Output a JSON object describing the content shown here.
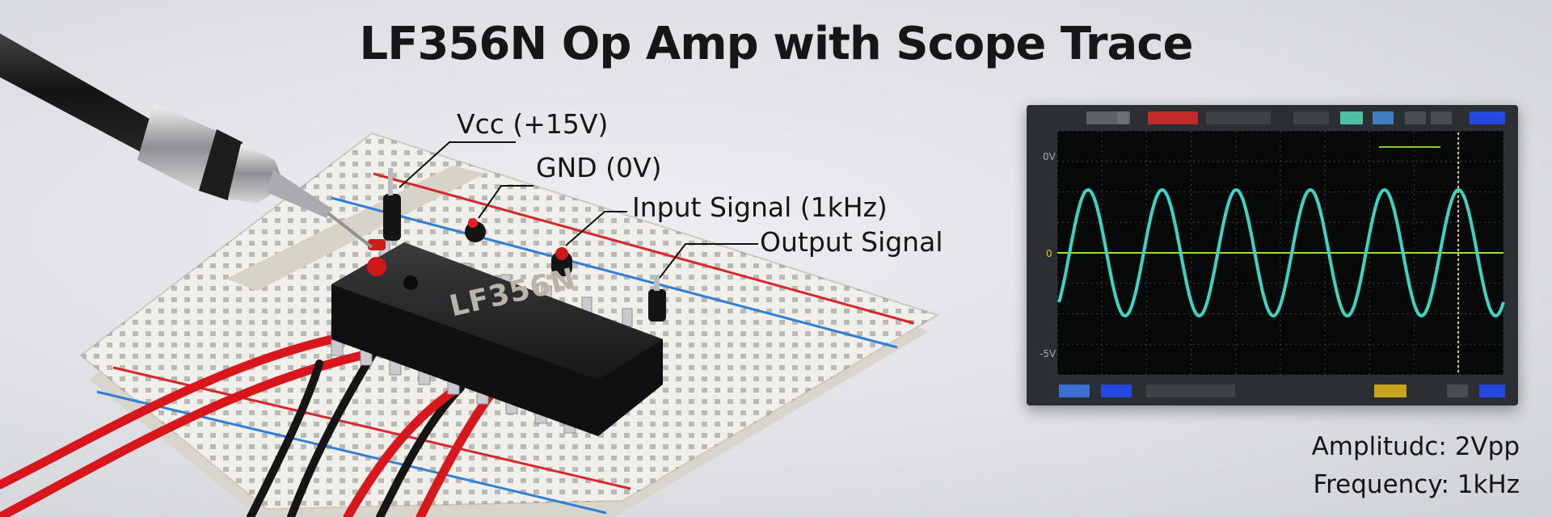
{
  "title": "LF356N Op Amp with Scope Trace",
  "callouts": {
    "vcc": "Vcc (+15V)",
    "gnd": "GND (0V)",
    "input": "Input Signal (1kHz)",
    "output": "Output Signal"
  },
  "chip": {
    "part_number": "LF356N"
  },
  "scope": {
    "axis_labels": {
      "top": "0V",
      "middle": "0",
      "bottom": "-5V"
    },
    "trace_color": "#38d6c6",
    "ground_line_color": "#9fe12a",
    "cursor_color": "#e6d21c"
  },
  "measurements": {
    "amplitude": "Amplitudc: 2Vpp",
    "frequency": "Frequency: 1kHz"
  },
  "colors": {
    "rail_red": "#d8262b",
    "rail_blue": "#2f7fd6",
    "wire_red": "#d8161c",
    "wire_black": "#151515"
  }
}
